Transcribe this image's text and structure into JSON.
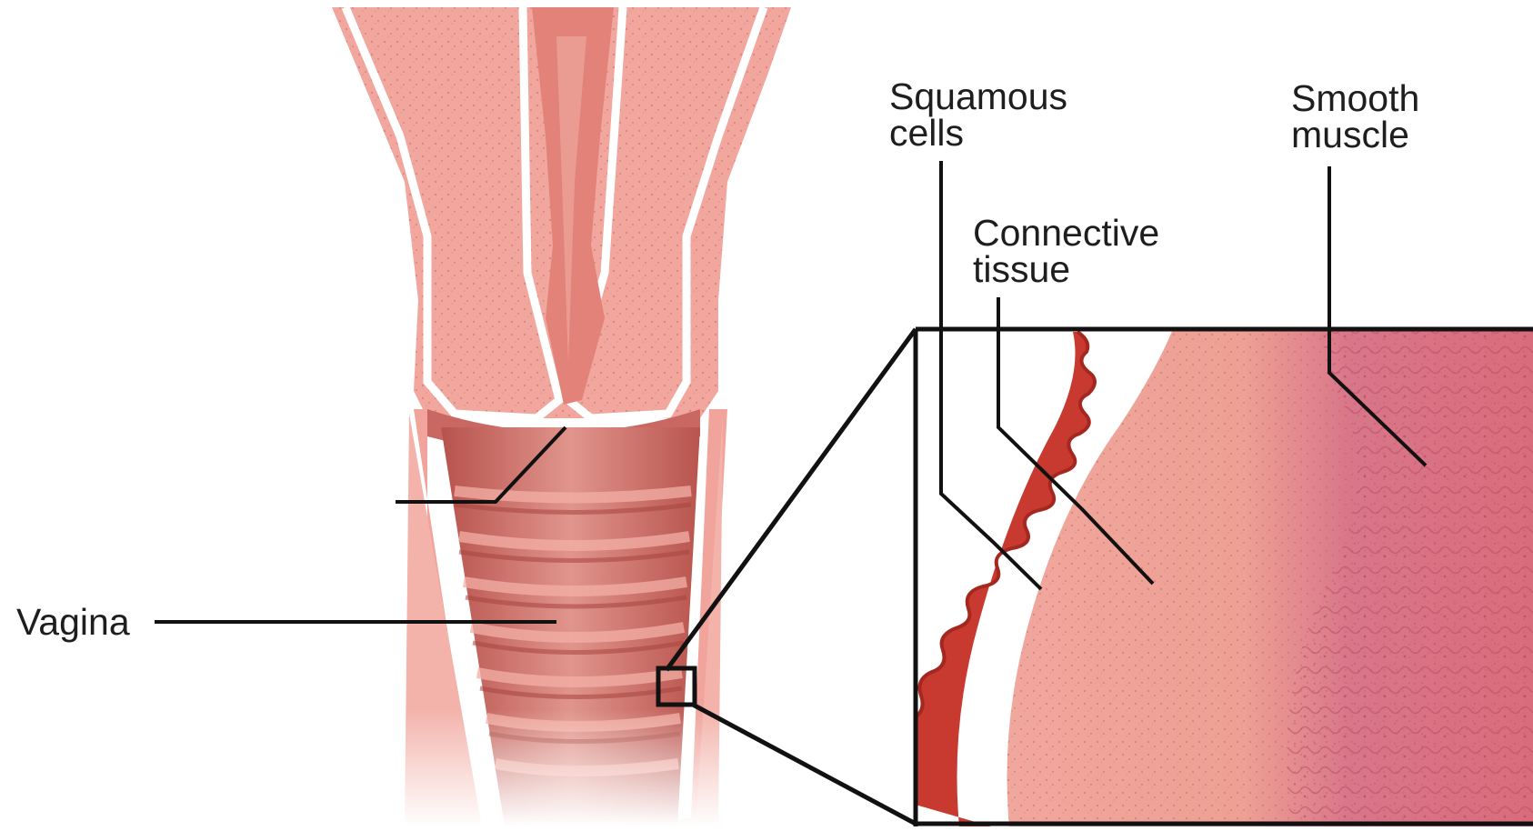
{
  "labels": {
    "vagina": "Vagina",
    "squamous": [
      "Squamous",
      "cells"
    ],
    "connective": [
      "Connective",
      "tissue"
    ],
    "smooth": [
      "Smooth",
      "muscle"
    ]
  },
  "colors": {
    "tissue_light": "#f2a8a0",
    "tissue_mid": "#e8857c",
    "tissue_dark": "#b94a48",
    "lumen": "#d77b73",
    "epithelium": "#c8352e",
    "leader": "#111111"
  }
}
